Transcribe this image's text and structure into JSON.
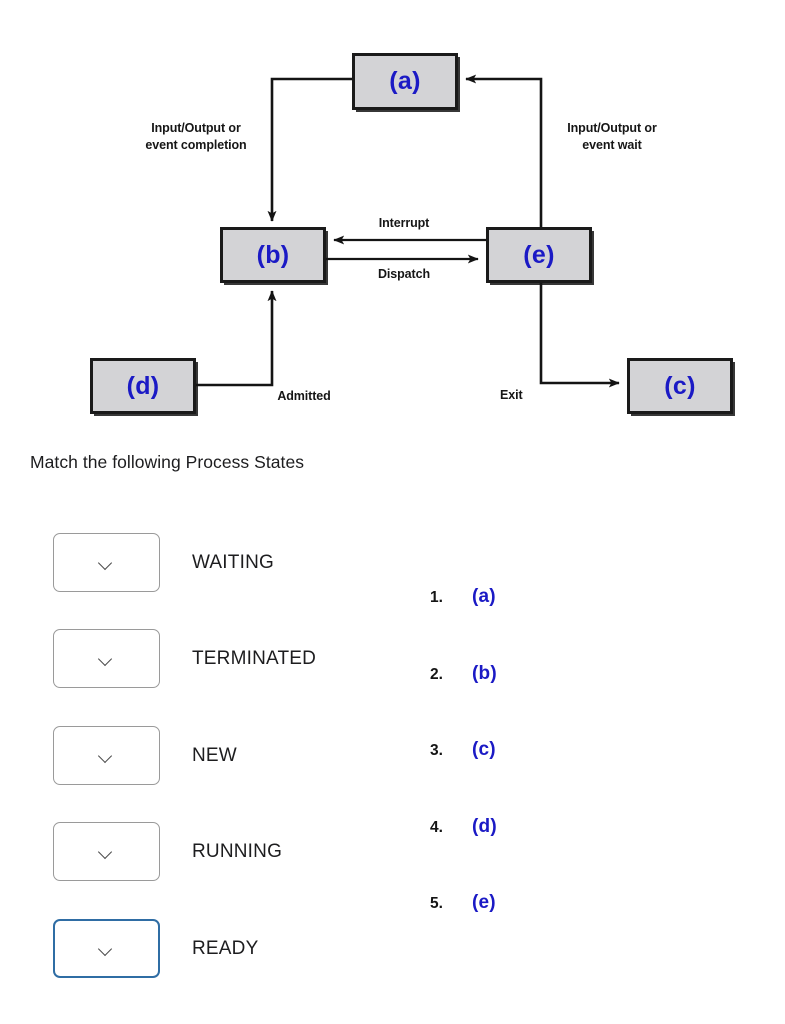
{
  "diagram": {
    "nodes": [
      {
        "id": "a",
        "label": "(a)"
      },
      {
        "id": "b",
        "label": "(b)"
      },
      {
        "id": "c",
        "label": "(c)"
      },
      {
        "id": "d",
        "label": "(d)"
      },
      {
        "id": "e",
        "label": "(e)"
      }
    ],
    "edge_labels": {
      "io_completion": "Input/Output or\nevent completion",
      "io_wait": "Input/Output or\nevent wait",
      "interrupt": "Interrupt",
      "dispatch": "Dispatch",
      "admitted": "Admitted",
      "exit": "Exit"
    },
    "colors": {
      "node_fill": "#d3d3d6",
      "node_border": "#1a1a1a",
      "node_label": "#1b1ac5",
      "arrow": "#141414"
    }
  },
  "question": {
    "prompt": "Match the following Process States"
  },
  "match": {
    "rows": [
      {
        "state": "WAITING",
        "selected": "",
        "focused": false
      },
      {
        "state": "TERMINATED",
        "selected": "",
        "focused": false
      },
      {
        "state": "NEW",
        "selected": "",
        "focused": false
      },
      {
        "state": "RUNNING",
        "selected": "",
        "focused": false
      },
      {
        "state": "READY",
        "selected": "",
        "focused": true
      }
    ],
    "dropdown_icon": "chevron-down-icon",
    "focus_color": "#2f6da4"
  },
  "answers": [
    {
      "number": "1.",
      "value": "(a)"
    },
    {
      "number": "2.",
      "value": "(b)"
    },
    {
      "number": "3.",
      "value": "(c)"
    },
    {
      "number": "4.",
      "value": "(d)"
    },
    {
      "number": "5.",
      "value": "(e)"
    }
  ]
}
